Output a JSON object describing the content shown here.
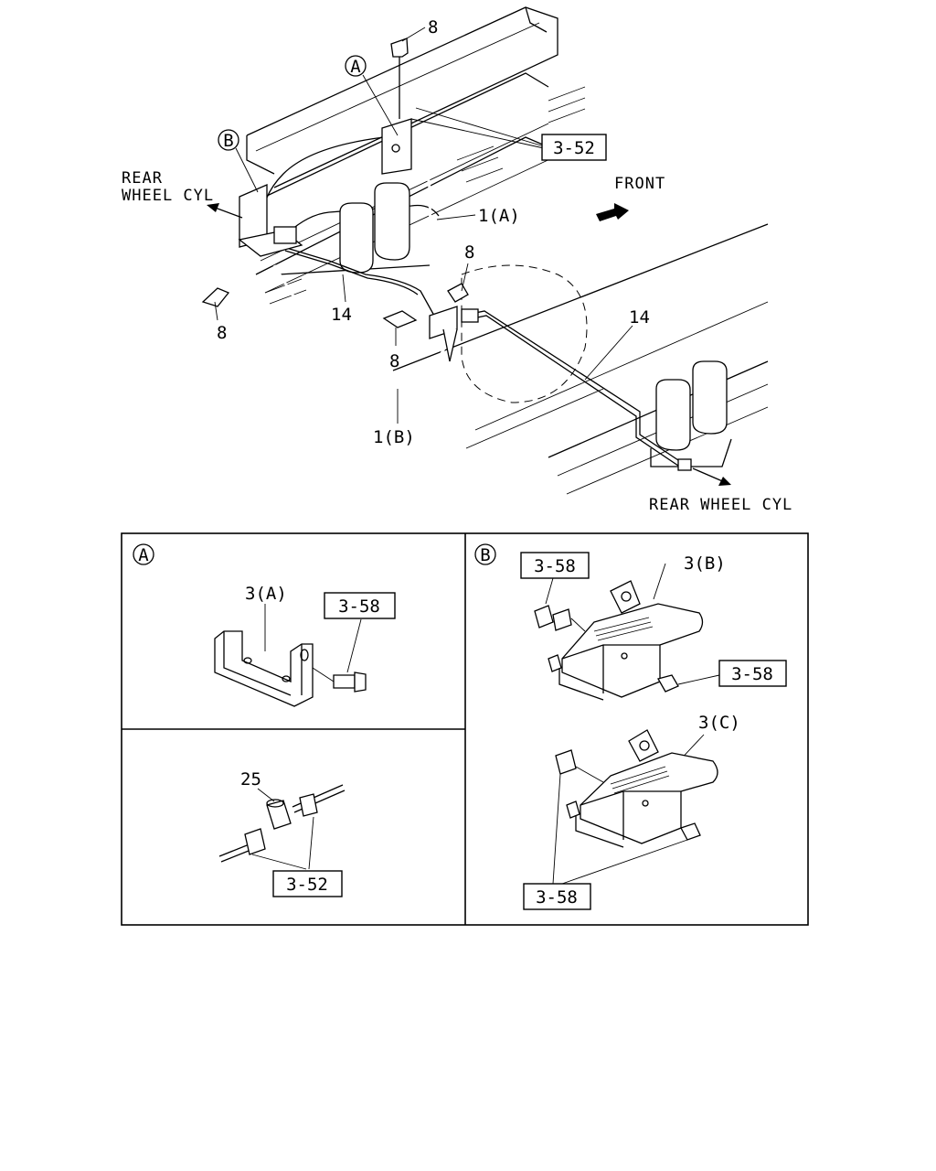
{
  "labels": {
    "callout_a": "A",
    "callout_b": "B",
    "rear_wheel_cyl_left_line1": "REAR",
    "rear_wheel_cyl_left_line2": "WHEEL CYL",
    "rear_wheel_cyl_right": "REAR WHEEL CYL",
    "front": "FRONT",
    "part_8_top": "8",
    "part_8_left": "8",
    "part_8_mid": "8",
    "part_8_right": "8",
    "part_3_52_main": "3-52",
    "part_1a": "1(A)",
    "part_1b": "1(B)",
    "part_14_left": "14",
    "part_14_right": "14"
  },
  "panel_a": {
    "callout": "A",
    "part_3a": "3(A)",
    "ref_3_58": "3-58"
  },
  "panel_b": {
    "callout": "B",
    "ref_3_58_top": "3-58",
    "part_3b": "3(B)",
    "ref_3_58_mid": "3-58",
    "part_3c": "3(C)",
    "ref_3_58_bottom": "3-58"
  },
  "panel_c": {
    "part_25": "25",
    "ref_3_52": "3-52"
  }
}
